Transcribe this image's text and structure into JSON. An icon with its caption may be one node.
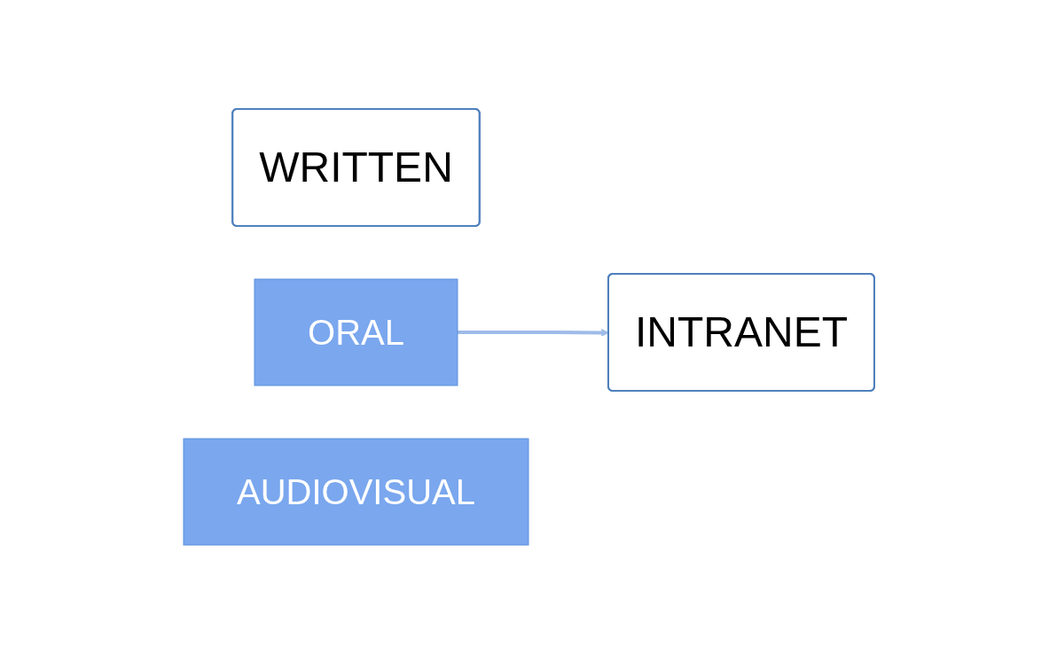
{
  "diagram": {
    "nodes": [
      {
        "text": [
          "WRITTEN"
        ]
      },
      {
        "text": [
          "ORAL"
        ]
      },
      {
        "text": [
          "INTRANET"
        ]
      },
      {
        "text": [
          "AUDIOVISUAL"
        ]
      }
    ],
    "edges": [
      {
        "from": 1,
        "to": 2,
        "arrow": "to"
      }
    ]
  }
}
